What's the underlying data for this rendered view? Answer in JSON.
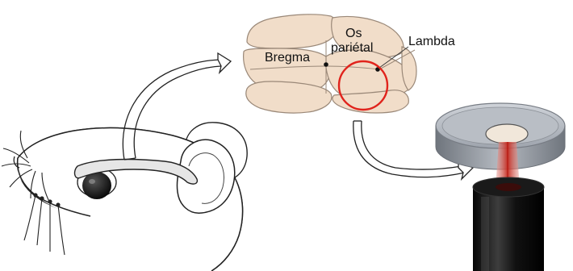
{
  "labels": {
    "bregma": "Bregma",
    "os_line1": "Os",
    "os_line2": "pariétal",
    "lambda": "Lambda"
  },
  "colors": {
    "skull_fill": "#f1ddc9",
    "skull_stroke": "#9a8878",
    "outline": "#222222",
    "highlight_circle": "#e0231c",
    "dish_fill": "#b7bcc4",
    "laser_beam": "#d0402f",
    "objective": "#111111"
  },
  "icons": {
    "mouse": "mouse-head-outline",
    "skull": "mouse-skull-top-view",
    "dish": "petri-dish",
    "objective": "microscope-objective",
    "arrow": "curved-arrow"
  }
}
